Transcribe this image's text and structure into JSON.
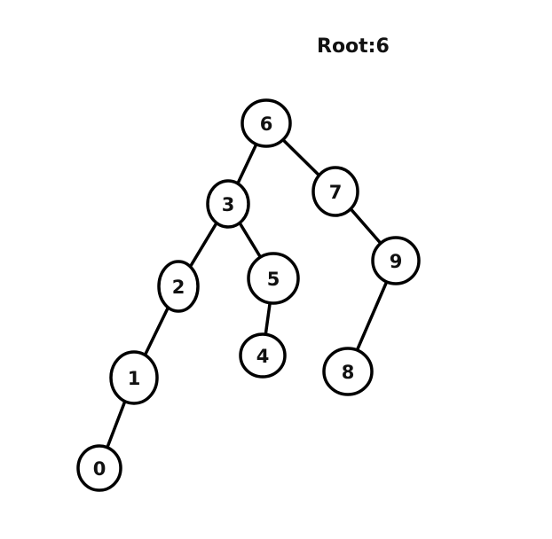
{
  "root_label": "Root:6",
  "tree": {
    "nodes": [
      {
        "id": "6",
        "label": "6"
      },
      {
        "id": "3",
        "label": "3"
      },
      {
        "id": "7",
        "label": "7"
      },
      {
        "id": "2",
        "label": "2"
      },
      {
        "id": "5",
        "label": "5"
      },
      {
        "id": "9",
        "label": "9"
      },
      {
        "id": "1",
        "label": "1"
      },
      {
        "id": "4",
        "label": "4"
      },
      {
        "id": "8",
        "label": "8"
      },
      {
        "id": "0",
        "label": "0"
      }
    ],
    "edges": [
      {
        "from": "6",
        "to": "3"
      },
      {
        "from": "6",
        "to": "7"
      },
      {
        "from": "3",
        "to": "2"
      },
      {
        "from": "3",
        "to": "5"
      },
      {
        "from": "7",
        "to": "9"
      },
      {
        "from": "2",
        "to": "1"
      },
      {
        "from": "5",
        "to": "4"
      },
      {
        "from": "9",
        "to": "8"
      },
      {
        "from": "1",
        "to": "0"
      }
    ]
  }
}
